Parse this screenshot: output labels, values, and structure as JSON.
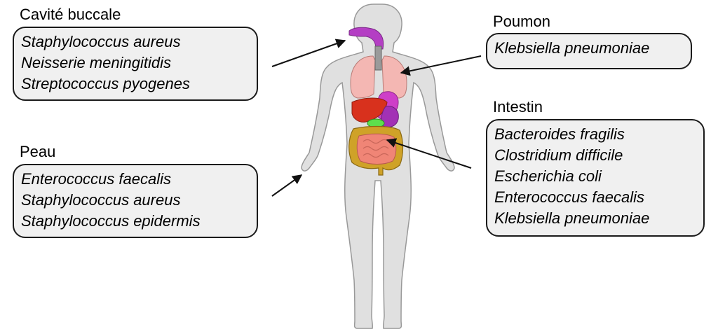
{
  "groups": [
    {
      "heading": "Cavité buccale",
      "items": [
        "Staphylococcus aureus",
        "Neisserie meningitidis",
        "Streptococcus pyogenes"
      ]
    },
    {
      "heading": "Peau",
      "items": [
        "Enterococcus faecalis",
        "Staphylococcus aureus",
        "Staphylococcus epidermis"
      ]
    },
    {
      "heading": "Poumon",
      "items": [
        "Klebsiella pneumoniae"
      ]
    },
    {
      "heading": "Intestin",
      "items": [
        "Bacteroides fragilis",
        "Clostridium difficile",
        "Escherichia coli",
        "Enterococcus faecalis",
        "Klebsiella pneumoniae"
      ]
    }
  ],
  "colors": {
    "body": "#e0e0e0",
    "body_outline": "#999999",
    "box_fill": "#f0f0f0",
    "box_border": "#1a1a1a",
    "lung": "#f4b7b3",
    "airway": "#b43ec4",
    "heart": "#ce3fc8",
    "liver": "#d8311d",
    "stomach": "#a231b5",
    "gallbladder": "#5ee04c",
    "large_intestine": "#cfa228",
    "small_intestine": "#f08576",
    "arrow": "#111111"
  }
}
